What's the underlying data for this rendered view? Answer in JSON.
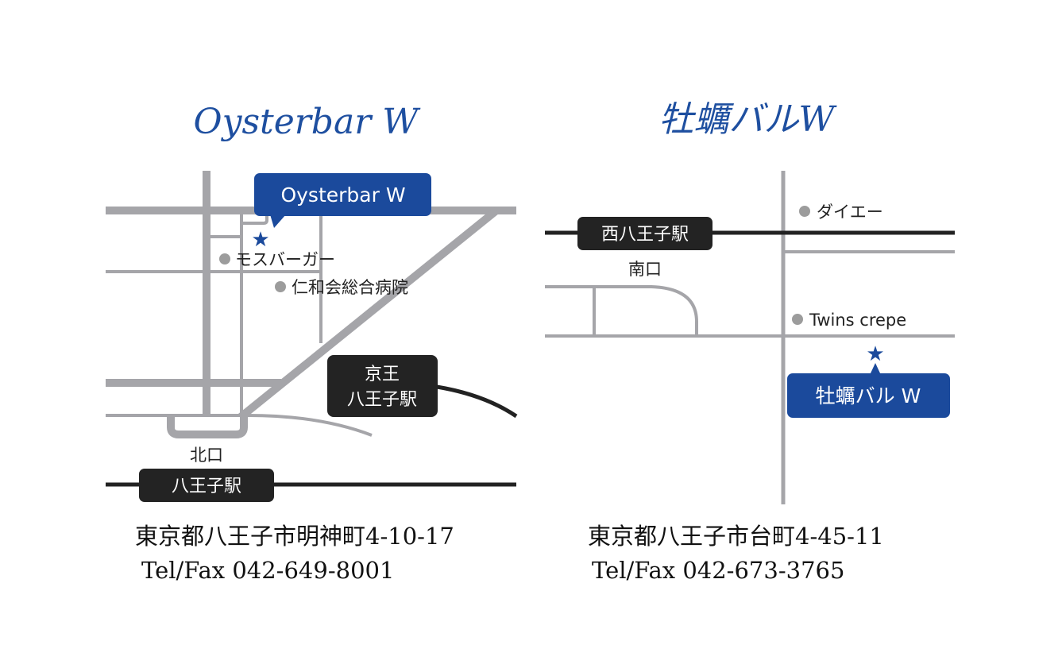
{
  "left": {
    "title": "Oysterbar W",
    "callout": "Oysterbar W",
    "landmarks": [
      "モスバーガー",
      "仁和会総合病院"
    ],
    "station_keio_line1": "京王",
    "station_keio_line2": "八王子駅",
    "station_jr": "八王子駅",
    "exit": "北口",
    "address": "東京都八王子市明神町4-10-17",
    "tel": "Tel/Fax 042-649-8001"
  },
  "right": {
    "title": "牡蠣バルW",
    "callout": "牡蠣バル W",
    "landmarks": [
      "ダイエー",
      "Twins crepe"
    ],
    "station": "西八王子駅",
    "exit": "南口",
    "address": "東京都八王子市台町4-45-11",
    "tel": "Tel/Fax 042-673-3765"
  },
  "colors": {
    "brand": "#1b4a9c",
    "road": "#a5a5a9",
    "rail": "#222222"
  }
}
